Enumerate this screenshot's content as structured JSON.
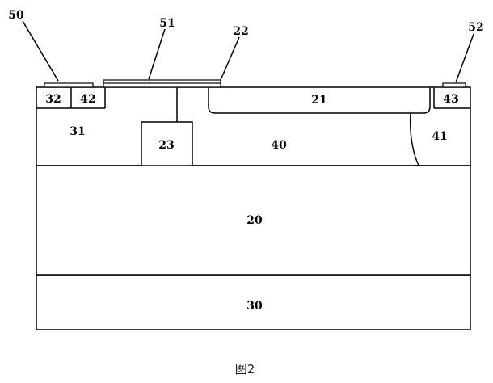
{
  "labels": {
    "l50": "50",
    "l51": "51",
    "l22": "22",
    "l52": "52",
    "l32": "32",
    "l42": "42",
    "l21": "21",
    "l43": "43",
    "l31": "31",
    "l23": "23",
    "l40": "40",
    "l41": "41",
    "l20": "20",
    "l30": "30"
  },
  "caption": "图2"
}
